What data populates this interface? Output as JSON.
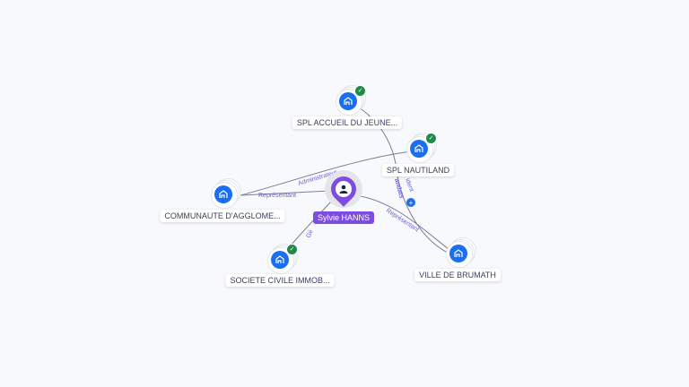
{
  "person": {
    "name": "Sylvie HANNS",
    "icon": "person-icon"
  },
  "companies": [
    {
      "name": "SPL ACCUEIL DU JEUNE...",
      "verified": true,
      "icon": "building-icon"
    },
    {
      "name": "SPL NAUTILAND",
      "verified": true,
      "icon": "building-icon"
    },
    {
      "name": "COMMUNAUTE D'AGGLOME...",
      "verified": false,
      "icon": "building-icon"
    },
    {
      "name": "SOCIETE CIVILE IMMOB...",
      "verified": true,
      "icon": "building-icon"
    },
    {
      "name": "VILLE DE BRUMATH",
      "verified": false,
      "icon": "building-icon"
    }
  ],
  "edges": {
    "administrateur": "Administrateur",
    "representant_communaute": "Représentant",
    "representant_brumath": "Représentant",
    "gerant": "Gé",
    "president": "ident",
    "mandats": "andats"
  },
  "colors": {
    "accent": "#7c4ddf",
    "company": "#1a6ef0",
    "verified": "#1f8a4c"
  }
}
